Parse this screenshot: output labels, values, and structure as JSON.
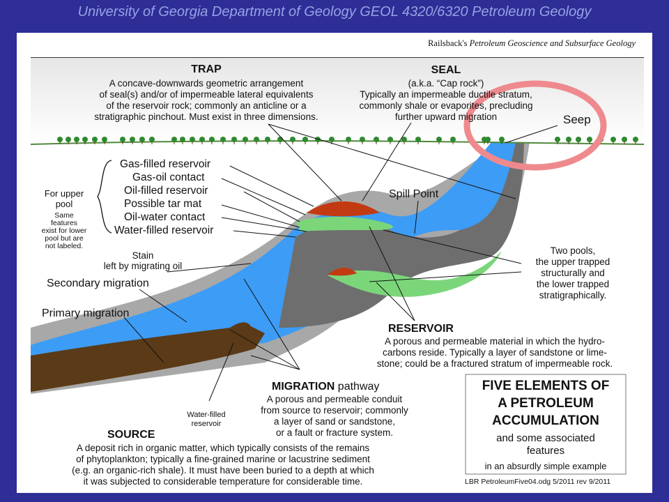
{
  "header": {
    "title": "University of Georgia Department of Geology GEOL 4320/6320 Petroleum Geology"
  },
  "credit": {
    "author": "Railsback's",
    "book": "Petroleum Geoscience and Subsurface Geology"
  },
  "trap": {
    "heading": "TRAP",
    "lines": [
      "A concave-downwards geometric arrangement",
      "of seal(s) and/or of impermeable lateral equivalents",
      "of the reservoir rock; commonly an anticline or a",
      "stratigraphic pinchout.  Must exist in three dimensions."
    ]
  },
  "seal": {
    "heading": "SEAL",
    "lines": [
      "(a.k.a. “Cap rock”)",
      "Typically an impermeable ductile stratum,",
      "commonly shale or evaporites, precluding",
      "further upward migration"
    ]
  },
  "seep": "Seep",
  "spill_point": "Spill Point",
  "upper_pool": {
    "labels": [
      "Gas-filled reservoir",
      "Gas-oil contact",
      "Oil-filled reservoir",
      "Possible tar mat",
      "Oil-water contact",
      "Water-filled reservoir"
    ],
    "group_label": [
      "For upper",
      "pool"
    ],
    "note": [
      "Same",
      "features",
      "exist for lower",
      "pool but are",
      "not labeled."
    ]
  },
  "stain": [
    "Stain",
    "left by migrating oil"
  ],
  "secondary_migration": "Secondary migration",
  "primary_migration": "Primary migration",
  "two_pools": [
    "Two pools,",
    "the upper trapped",
    "structurally and",
    "the lower trapped",
    "stratigraphically."
  ],
  "reservoir": {
    "heading": "RESERVOIR",
    "lines": [
      "A porous and permeable material in which the hydro-",
      "carbons reside. Typically a layer of sandstone or lime-",
      "stone; could be a fractured stratum of impermeable rock."
    ]
  },
  "migration": {
    "heading": "MIGRATION",
    "heading_suffix": " pathway",
    "lines": [
      "A porous and permeable conduit",
      "from source to reservoir; commonly",
      "a layer of sand or sandstone,",
      "or a fault or fracture system."
    ]
  },
  "water_filled": [
    "Water-filled",
    "reservoir"
  ],
  "source": {
    "heading": "SOURCE",
    "lines": [
      "A deposit rich in organic matter, which typically consists of the remains",
      "of phytoplankton; typically a fine-grained marine or lacustrine sediment",
      "(e.g. an organic-rich shale). It must have been buried to a depth at which",
      "it was subjected to considerable temperature for considerable time."
    ]
  },
  "five_elements": {
    "title": [
      "FIVE ELEMENTS OF",
      "A PETROLEUM",
      "ACCUMULATION"
    ],
    "sub": [
      "and some associated",
      "features",
      "in an absurdly simple example"
    ]
  },
  "footer": "LBR PetroleumFive04.odg  5/2011  rev 9/2011",
  "colors": {
    "frame": "#2e2e96",
    "header_text": "#9aa0e6",
    "seal_gray": "#a8a8a8",
    "source_gray": "#6e6e6e",
    "reservoir_blue": "#3d9cf5",
    "oil_green": "#7bd67a",
    "gas_red": "#c23a12",
    "source_brown": "#5b3a17",
    "seep_circle": "#ee8a8e",
    "ground_line": "#4f8a3a",
    "trees": "#2f8a2f"
  }
}
